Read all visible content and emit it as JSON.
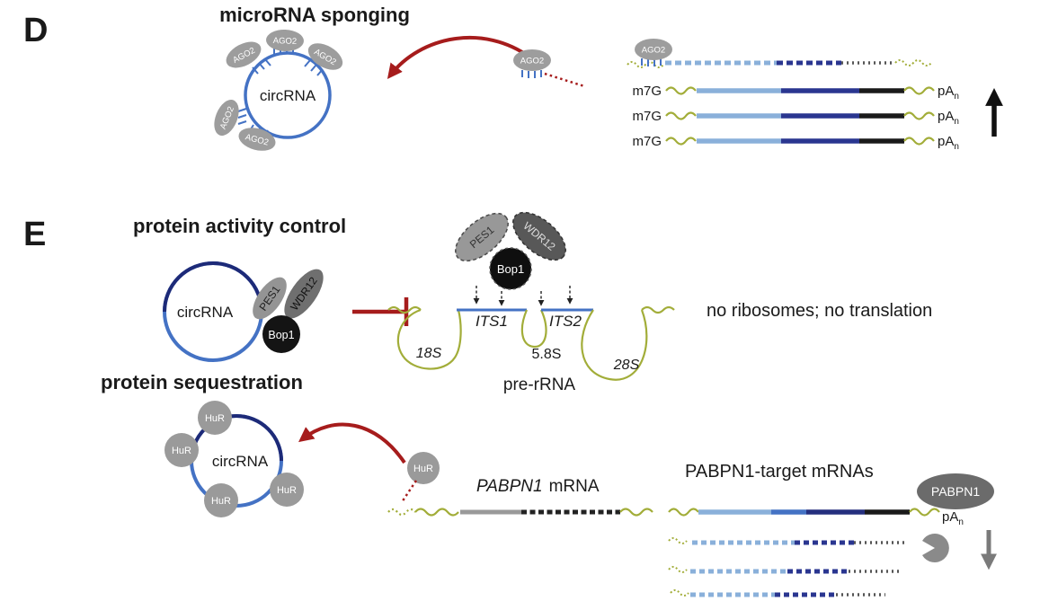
{
  "figure": {
    "panel_d": {
      "label": "D",
      "title": "microRNA sponging",
      "circrna_label": "circRNA",
      "ago2_label": "AGO2",
      "m7g_label": "m7G",
      "polya_label": "pA",
      "polya_sub": "n"
    },
    "panel_e": {
      "label": "E",
      "activity_title": "protein activity control",
      "sequestration_title": "protein sequestration",
      "circrna_label": "circRNA",
      "pes1_label": "PES1",
      "wdr12_label": "WDR12",
      "bop1_label": "Bop1",
      "its1_label": "ITS1",
      "its2_label": "ITS2",
      "s18_label": "18S",
      "s58_label": "5.8S",
      "s28_label": "28S",
      "pre_rrna_label": "pre-rRNA",
      "no_translation_text": "no ribosomes; no translation",
      "hur_label": "HuR",
      "pabpn1_mrna_gene": "PABPN1",
      "pabpn1_mrna_suffix": "mRNA",
      "target_mrnas_title": "PABPN1-target mRNAs",
      "pabpn1_protein_label": "PABPN1",
      "polya_label": "pA",
      "polya_sub": "n"
    },
    "colors": {
      "circrna_blue": "#4472c4",
      "circrna_navy": "#1d2a78",
      "mrna_light_blue": "#8ab0da",
      "mrna_navy": "#2a3690",
      "mrna_black": "#1a1a1a",
      "rna_green": "#a2ad39",
      "protein_gray": "#9a9a9a",
      "protein_dark_gray": "#6b6b6b",
      "bop1_black": "#121212",
      "arrow_red": "#a61c1c"
    }
  }
}
